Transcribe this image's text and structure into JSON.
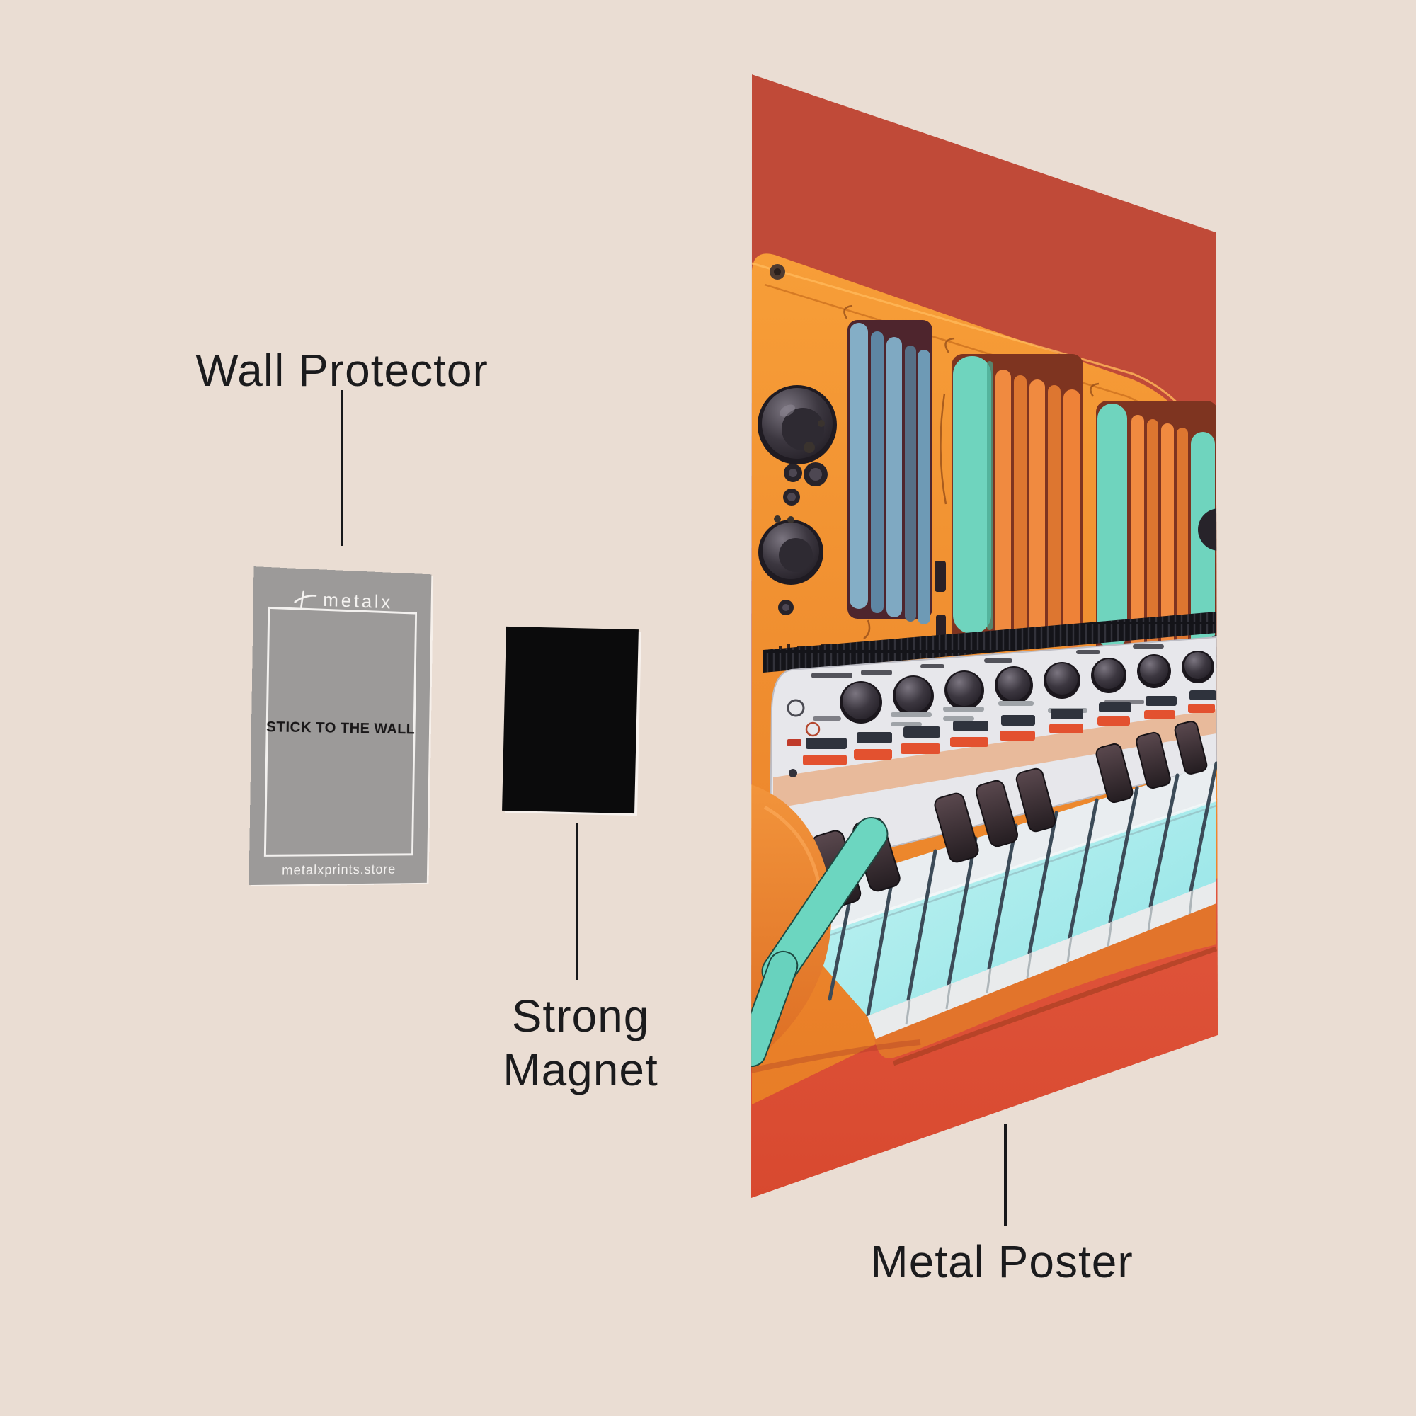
{
  "scene": {
    "background_color": "#EADDD3",
    "label_text_color": "#1B1B1D"
  },
  "labels": {
    "wall_protector": "Wall Protector",
    "strong_magnet": [
      "Strong",
      "Magnet"
    ],
    "metal_poster": "Metal Poster"
  },
  "wall_protector_card": {
    "brand": "metalx",
    "instruction": "STICK TO THE WALL",
    "website": "metalxprints.store",
    "card_color": "#9C9A99",
    "card_text_color": "#F5F3F1",
    "instruction_color": "#191718"
  },
  "magnet": {
    "color": "#0B0B0C"
  },
  "poster": {
    "subject": "retro synthesizer keyboard artwork",
    "colors": {
      "wall_red": "#C04A38",
      "floor_red": "#DD5340",
      "panel_orange": "#F0902F",
      "fin_teal": "#6FD4BE",
      "fin_steel_blue": "#7FA9C2",
      "fin_orange": "#F08A40",
      "key_cyan": "#A9ECEC",
      "sharp_key_dark": "#3A2E33",
      "control_strip": "#E7E7EB",
      "accent_red_bar": "#E3512F",
      "accent_navy_bar": "#2F333D"
    }
  },
  "icons": {
    "metalx_logo_icon": "two-stroke brand mark"
  }
}
